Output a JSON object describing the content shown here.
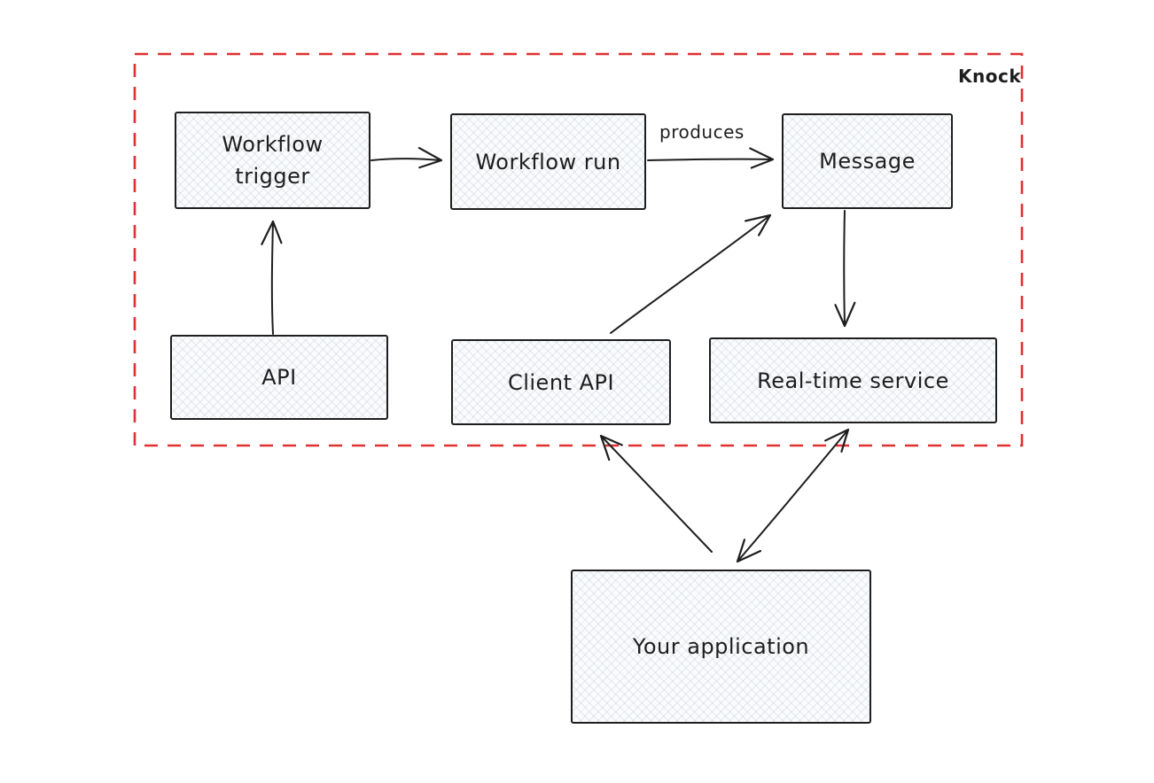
{
  "diagram": {
    "boundary": {
      "label": "Knock",
      "color": "#e03131"
    },
    "nodes": [
      {
        "id": "workflow-trigger",
        "label": "Workflow trigger"
      },
      {
        "id": "workflow-run",
        "label": "Workflow run"
      },
      {
        "id": "message",
        "label": "Message"
      },
      {
        "id": "api",
        "label": "API"
      },
      {
        "id": "client-api",
        "label": "Client API"
      },
      {
        "id": "realtime-service",
        "label": "Real-time service"
      },
      {
        "id": "your-application",
        "label": "Your application"
      }
    ],
    "edges": [
      {
        "from": "API",
        "to": "Workflow trigger",
        "label": "",
        "arrows": "forward"
      },
      {
        "from": "Workflow trigger",
        "to": "Workflow run",
        "label": "",
        "arrows": "forward"
      },
      {
        "from": "Workflow run",
        "to": "Message",
        "label": "produces",
        "arrows": "forward"
      },
      {
        "from": "Client API",
        "to": "Message",
        "label": "",
        "arrows": "forward"
      },
      {
        "from": "Message",
        "to": "Real-time service",
        "label": "",
        "arrows": "forward"
      },
      {
        "from": "Your application",
        "to": "Client API",
        "label": "",
        "arrows": "forward"
      },
      {
        "from": "Your application",
        "to": "Real-time service",
        "label": "",
        "arrows": "both"
      }
    ],
    "colors": {
      "stroke": "#1e1e1e",
      "node_fill": "#fafbfc",
      "boundary": "#e03131",
      "background": "#ffffff"
    }
  }
}
